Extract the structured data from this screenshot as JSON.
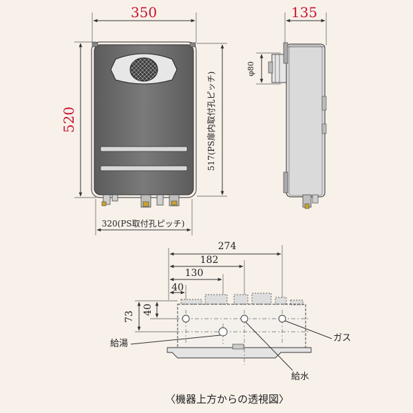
{
  "front": {
    "width": "350",
    "height": "520",
    "ps_width": "320(PS取付孔ピッチ)",
    "ps_height": "517(PS扉内取付孔ピッチ)"
  },
  "side": {
    "depth": "135",
    "diameter": "φ80"
  },
  "plan": {
    "dim_274": "274",
    "dim_182": "182",
    "dim_130": "130",
    "dim_40h": "40",
    "dim_40v": "40",
    "dim_73": "73",
    "label_hot": "給湯",
    "label_water": "給水",
    "label_gas": "ガス"
  },
  "caption": "〈機器上方からの透視図〉",
  "colors": {
    "dimension_accent": "#c8102e",
    "background": "#f8f1ea",
    "body": "#6e6e6e"
  }
}
